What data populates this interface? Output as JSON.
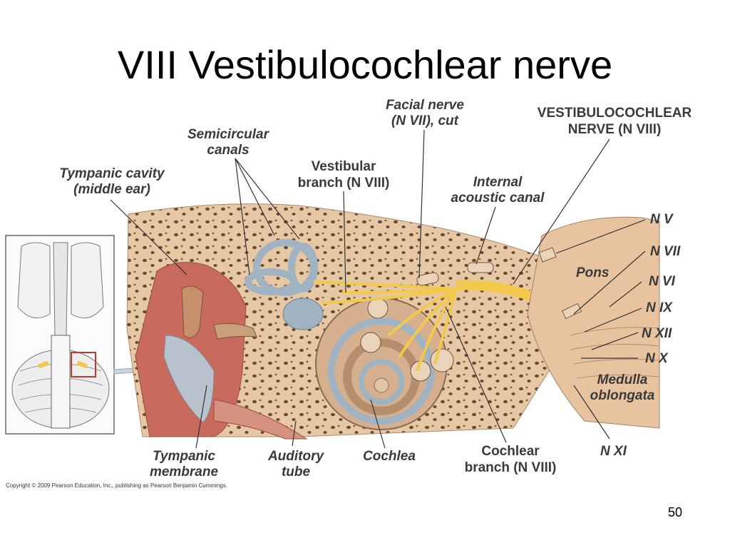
{
  "title": "VIII Vestibulocochlear nerve",
  "labels": {
    "facial_nerve_1": "Facial nerve",
    "facial_nerve_2": "(N VII), cut",
    "vestibulocochlear_1": "VESTIBULOCOCHLEAR",
    "vestibulocochlear_2": "NERVE (N VIII)",
    "semicircular_1": "Semicircular",
    "semicircular_2": "canals",
    "vestibular_1": "Vestibular",
    "vestibular_2": "branch (N VIII)",
    "tympanic_cavity_1": "Tympanic cavity",
    "tympanic_cavity_2": "(middle ear)",
    "internal_acoustic_1": "Internal",
    "internal_acoustic_2": "acoustic canal",
    "nv": "N V",
    "nvii": "N VII",
    "pons": "Pons",
    "nvi": "N VI",
    "nix": "N IX",
    "nxii": "N XII",
    "nx": "N X",
    "medulla_1": "Medulla",
    "medulla_2": "oblongata",
    "nxi": "N XI",
    "tympanic_membrane_1": "Tympanic",
    "tympanic_membrane_2": "membrane",
    "auditory_tube_1": "Auditory",
    "auditory_tube_2": "tube",
    "cochlea": "Cochlea",
    "cochlear_branch_1": "Cochlear",
    "cochlear_branch_2": "branch (N VIII)"
  },
  "copyright": "Copyright © 2009 Pearson Education, Inc., publishing as Pearson Benjamin Cummings.",
  "page_number": "50",
  "colors": {
    "bone": "#e6c9a4",
    "tissue_red": "#c86a5c",
    "nerve_yellow": "#f2c94c",
    "canal_blue": "#9fb3c2",
    "brainstem": "#e8c3a0"
  }
}
